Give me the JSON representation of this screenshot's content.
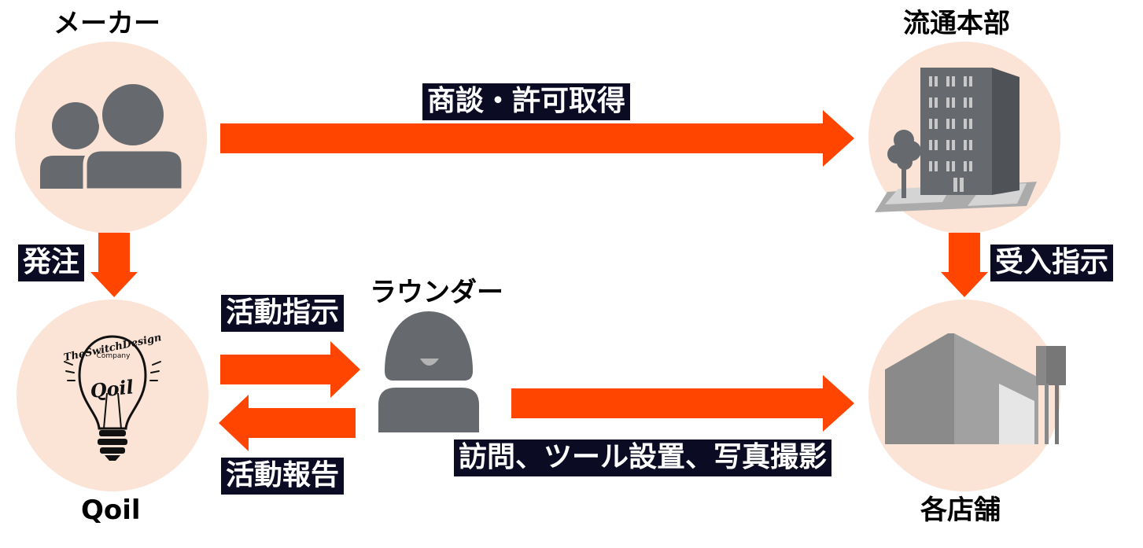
{
  "nodes": {
    "maker": {
      "label": "メーカー"
    },
    "hq": {
      "label": "流通本部"
    },
    "qoil": {
      "label": "Qoil",
      "logo": {
        "brand_line1": "TheSwitchDesign",
        "brand_line2": "Company",
        "name": "Qoil"
      }
    },
    "rounder": {
      "label": "ラウンダー"
    },
    "stores": {
      "label": "各店舗"
    }
  },
  "edges": {
    "negotiation": "商談・許可取得",
    "order": "発注",
    "instruction": "受入指示",
    "activity_instruction": "活動指示",
    "activity_report": "活動報告",
    "visit": "訪問、ツール設置、写真撮影"
  },
  "colors": {
    "arrow": "#ff4500",
    "circle": "#fbe3d6",
    "icon": "#66696e",
    "tag_bg": "#0b0b24",
    "tag_text": "#ffffff"
  }
}
